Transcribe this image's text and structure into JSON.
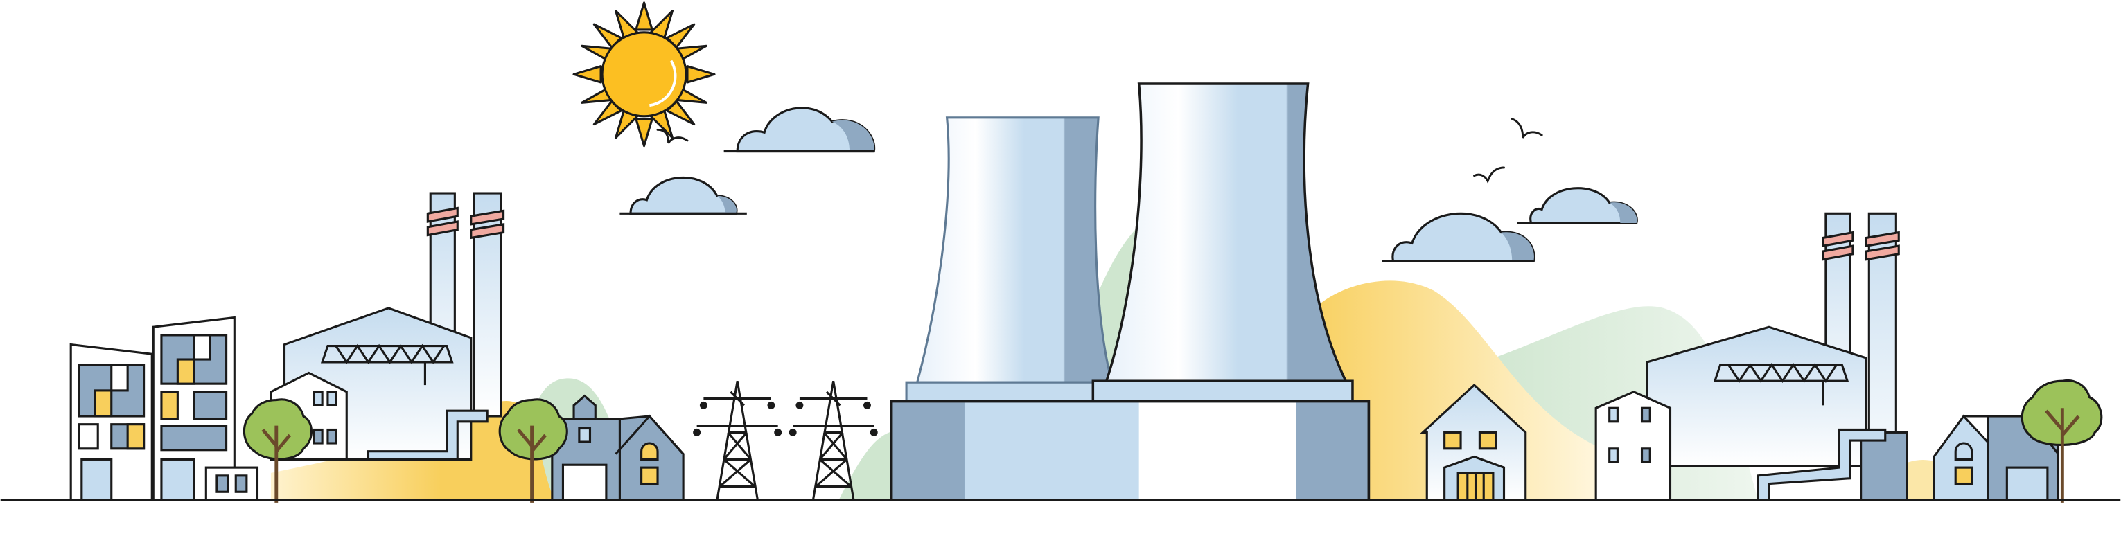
{
  "scene": {
    "subject": "power-plant-cityscape",
    "elements": [
      "sun-icon",
      "cloud-icon",
      "bird-icon",
      "cooling-tower",
      "factory",
      "chimney",
      "apartment-building",
      "house",
      "tree-icon",
      "power-pylon",
      "hill"
    ]
  },
  "colors": {
    "outline": "#1a1a1a",
    "light_blue": "#c5dcef",
    "mid_blue": "#8fa9c2",
    "yellow": "#f8cf5c",
    "sun_yellow": "#fcbf22",
    "green_hill": "#cfe6cf",
    "tree_green": "#9cc25a",
    "chimney_red": "#f0a9a0",
    "background": "#ffffff"
  }
}
